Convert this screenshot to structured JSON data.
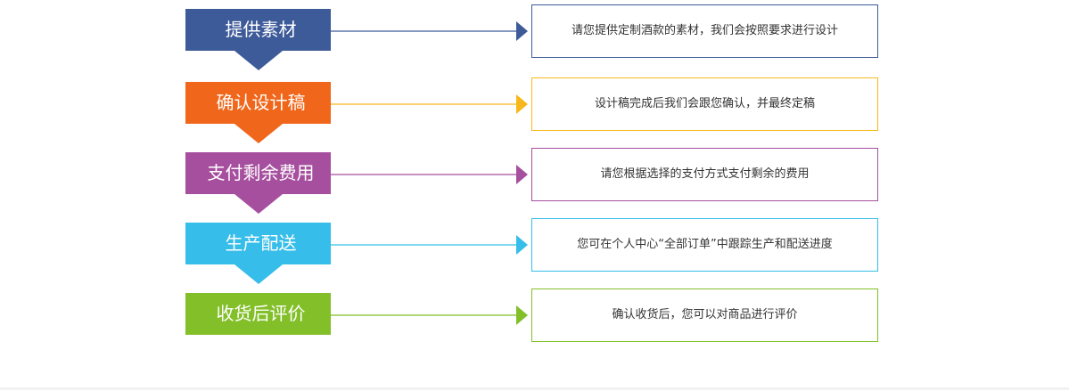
{
  "steps": [
    {
      "label": "提供素材",
      "description": "请您提供定制酒款的素材，我们会按照要求进行设计",
      "color": "#3d5a99"
    },
    {
      "label": "确认设计稿",
      "description": "设计稿完成后我们会跟您确认，并最终定稿",
      "color": "#f0661a"
    },
    {
      "label": "支付剩余费用",
      "description": "请您根据选择的支付方式支付剩余的费用",
      "color": "#a64f9e"
    },
    {
      "label": "生产配送",
      "description": "您可在个人中心“全部订单”中跟踪生产和配送进度",
      "color": "#36bde9"
    },
    {
      "label": "收货后评价",
      "description": "确认收货后，您可以对商品进行评价",
      "color": "#82bf29"
    }
  ],
  "description_border_colors": [
    "#3d5a99",
    "#f8b81b",
    "#a64f9e",
    "#36bde9",
    "#82bf29"
  ],
  "connector_colors": [
    "#3d5a99",
    "#f8b81b",
    "#a64f9e",
    "#36bde9",
    "#82bf29"
  ]
}
